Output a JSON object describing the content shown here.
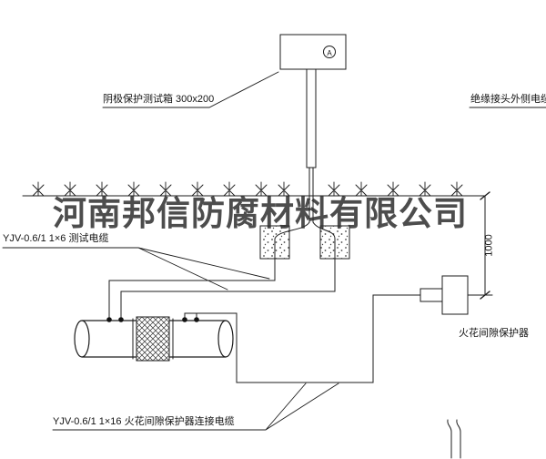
{
  "watermark": {
    "text": "河南邦信防腐材料有限公司"
  },
  "labels": {
    "test_box_callout": "阴极保护测试箱 300x200",
    "insulated_joint_cable_callout": "绝缘接头外侧电缆",
    "test_cable_callout": "YJV-0.6/1  1×6   测试电缆",
    "spark_gap_protector_label": "火花间隙保护器",
    "protector_cable_callout": "YJV-0.6/1  1×16   火花间隙保护器连接电缆",
    "dimension_1000": "1000",
    "meter_letter": "A"
  },
  "colors": {
    "line": "#1c1c1c",
    "background": "#ffffff",
    "watermark": "#2e2e2e"
  }
}
